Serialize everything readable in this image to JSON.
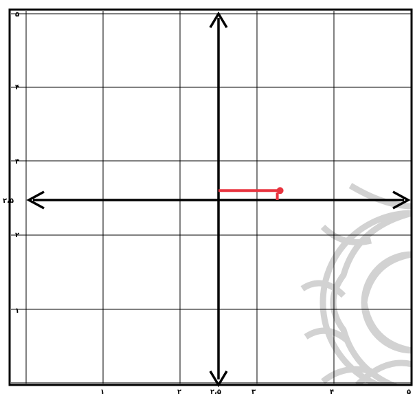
{
  "axes": {
    "x_tick_labels": [
      "۱",
      "۲",
      "۲،۵",
      "۳",
      "۴",
      "۵"
    ],
    "y_tick_labels": [
      "۱",
      "۲",
      "۲،۵",
      "۳",
      "۴",
      "۵"
    ]
  },
  "point": {
    "x": 3.3,
    "y": 2.6
  },
  "colors": {
    "grid": "#000000",
    "axis": "#000000",
    "highlight": "#e8343f",
    "watermark": "#d0d0d0"
  }
}
